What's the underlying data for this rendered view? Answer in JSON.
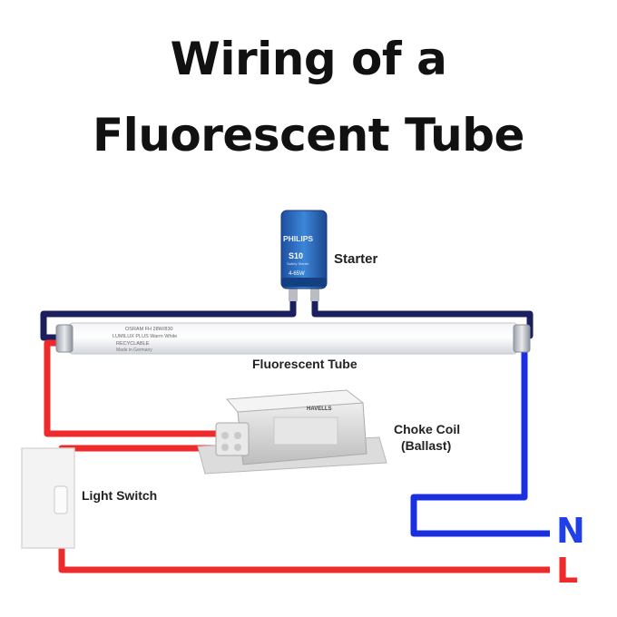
{
  "title": {
    "line1": "Wiring of a",
    "line2": "Fluorescent Tube"
  },
  "labels": {
    "starter": "Starter",
    "tube": "Fluorescent Tube",
    "choke_line1": "Choke Coil",
    "choke_line2": "(Ballast)",
    "switch": "Light Switch",
    "neutral": "N",
    "live": "L"
  },
  "starter_print": {
    "brand": "PHILIPS",
    "model": "S10",
    "sub": "Safety Starter",
    "rating": "4-65W"
  },
  "tube_print": {
    "line1": "OSRAM FH 28W/830",
    "line2": "LUMILUX PLUS Warm White",
    "line3": "RECYCLABLE",
    "line4": "Made in Germany"
  },
  "ballast_print": {
    "brand": "HAVELLS"
  },
  "colors": {
    "neutral_wire": "#1a2fe0",
    "neutral_dark": "#1b1f5e",
    "live_wire": "#ee2a2a",
    "N": "#1f3fe8",
    "L": "#ee2a2a"
  }
}
